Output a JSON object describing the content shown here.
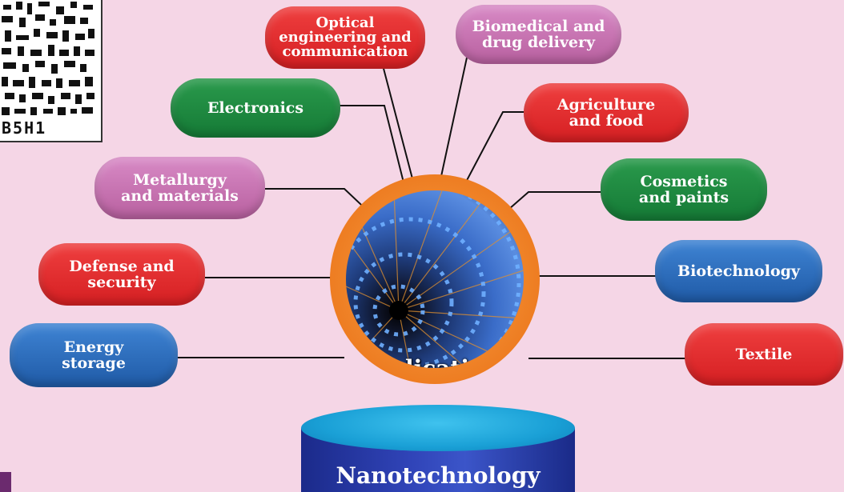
{
  "qr": {
    "code_text": "B5H1"
  },
  "center": {
    "label": "Applications",
    "base_label": "Nanotechnology"
  },
  "applications": {
    "optical": "Optical\nengineering and\ncommunication",
    "biomedical": "Biomedical and\ndrug delivery",
    "electronics": "Electronics",
    "agriculture": "Agriculture\nand food",
    "metallurgy": "Metallurgy\nand materials",
    "cosmetics": "Cosmetics\nand paints",
    "defense": "Defense and\nsecurity",
    "biotechnology": "Biotechnology",
    "energy": "Energy\nstorage",
    "textile": "Textile"
  },
  "colors": {
    "background": "#f5d6e6",
    "green": "#1e8a40",
    "red": "#e3262a",
    "pink": "#c873b3",
    "blue": "#2f6fbf",
    "ring": "#ee7d22",
    "disk_top": "#1aa0d6",
    "disk_side": "#2c3fb0"
  }
}
